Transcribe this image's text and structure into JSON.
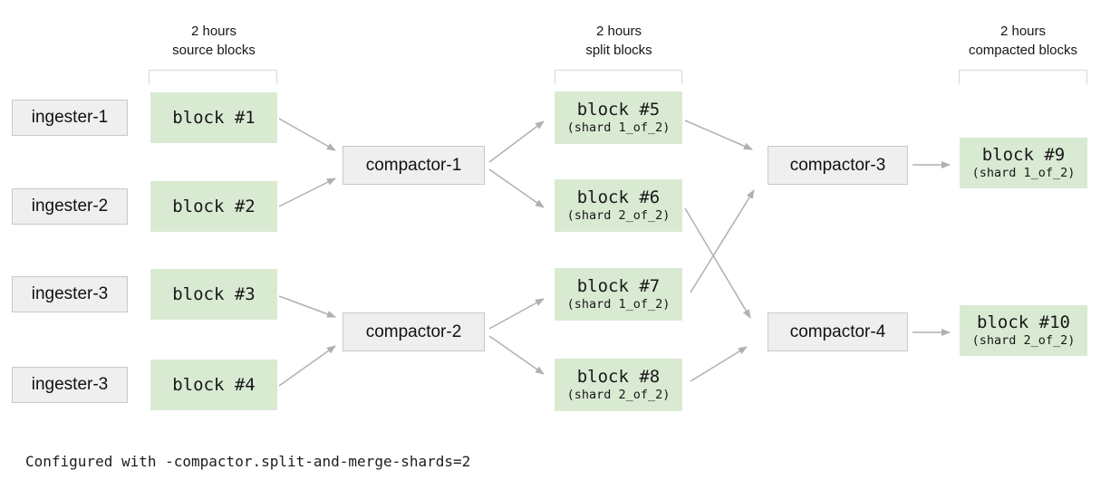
{
  "colors": {
    "block_fill": "#d9ead3",
    "node_fill": "#efefef",
    "node_border": "#c9c9c9",
    "arrow": "#b0b0b0",
    "bracket": "#d9d9d9",
    "text": "#1d1d1d"
  },
  "headers": {
    "source": {
      "line1": "2 hours",
      "line2": "source blocks"
    },
    "split": {
      "line1": "2 hours",
      "line2": "split blocks"
    },
    "compacted": {
      "line1": "2 hours",
      "line2": "compacted blocks"
    }
  },
  "ingesters": [
    {
      "label": "ingester-1"
    },
    {
      "label": "ingester-2"
    },
    {
      "label": "ingester-3"
    },
    {
      "label": "ingester-3"
    }
  ],
  "source_blocks": [
    {
      "label": "block #1"
    },
    {
      "label": "block #2"
    },
    {
      "label": "block #3"
    },
    {
      "label": "block #4"
    }
  ],
  "compactors": [
    {
      "label": "compactor-1"
    },
    {
      "label": "compactor-2"
    },
    {
      "label": "compactor-3"
    },
    {
      "label": "compactor-4"
    }
  ],
  "split_blocks": [
    {
      "label": "block #5",
      "shard": "(shard 1_of_2)"
    },
    {
      "label": "block #6",
      "shard": "(shard 2_of_2)"
    },
    {
      "label": "block #7",
      "shard": "(shard 1_of_2)"
    },
    {
      "label": "block #8",
      "shard": "(shard 2_of_2)"
    }
  ],
  "compacted_blocks": [
    {
      "label": "block #9",
      "shard": "(shard 1_of_2)"
    },
    {
      "label": "block #10",
      "shard": "(shard 2_of_2)"
    }
  ],
  "footer": "Configured with -compactor.split-and-merge-shards=2"
}
